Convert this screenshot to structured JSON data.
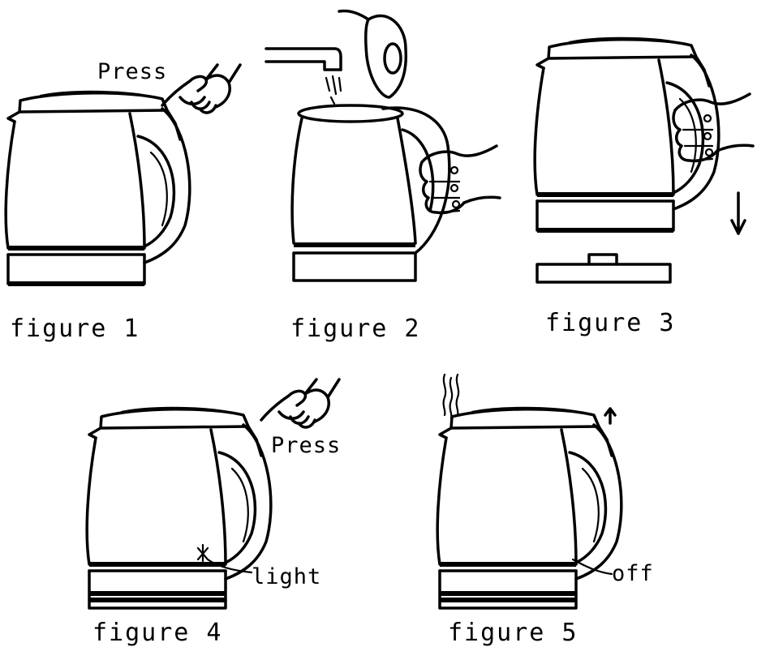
{
  "figures": [
    {
      "caption": "figure 1",
      "note": "Press"
    },
    {
      "caption": "figure 2"
    },
    {
      "caption": "figure 3"
    },
    {
      "caption": "figure 4",
      "note": "Press",
      "indicator": "light"
    },
    {
      "caption": "figure 5",
      "indicator": "off"
    }
  ],
  "colors": {
    "ink": "#000000",
    "background": "#ffffff"
  }
}
